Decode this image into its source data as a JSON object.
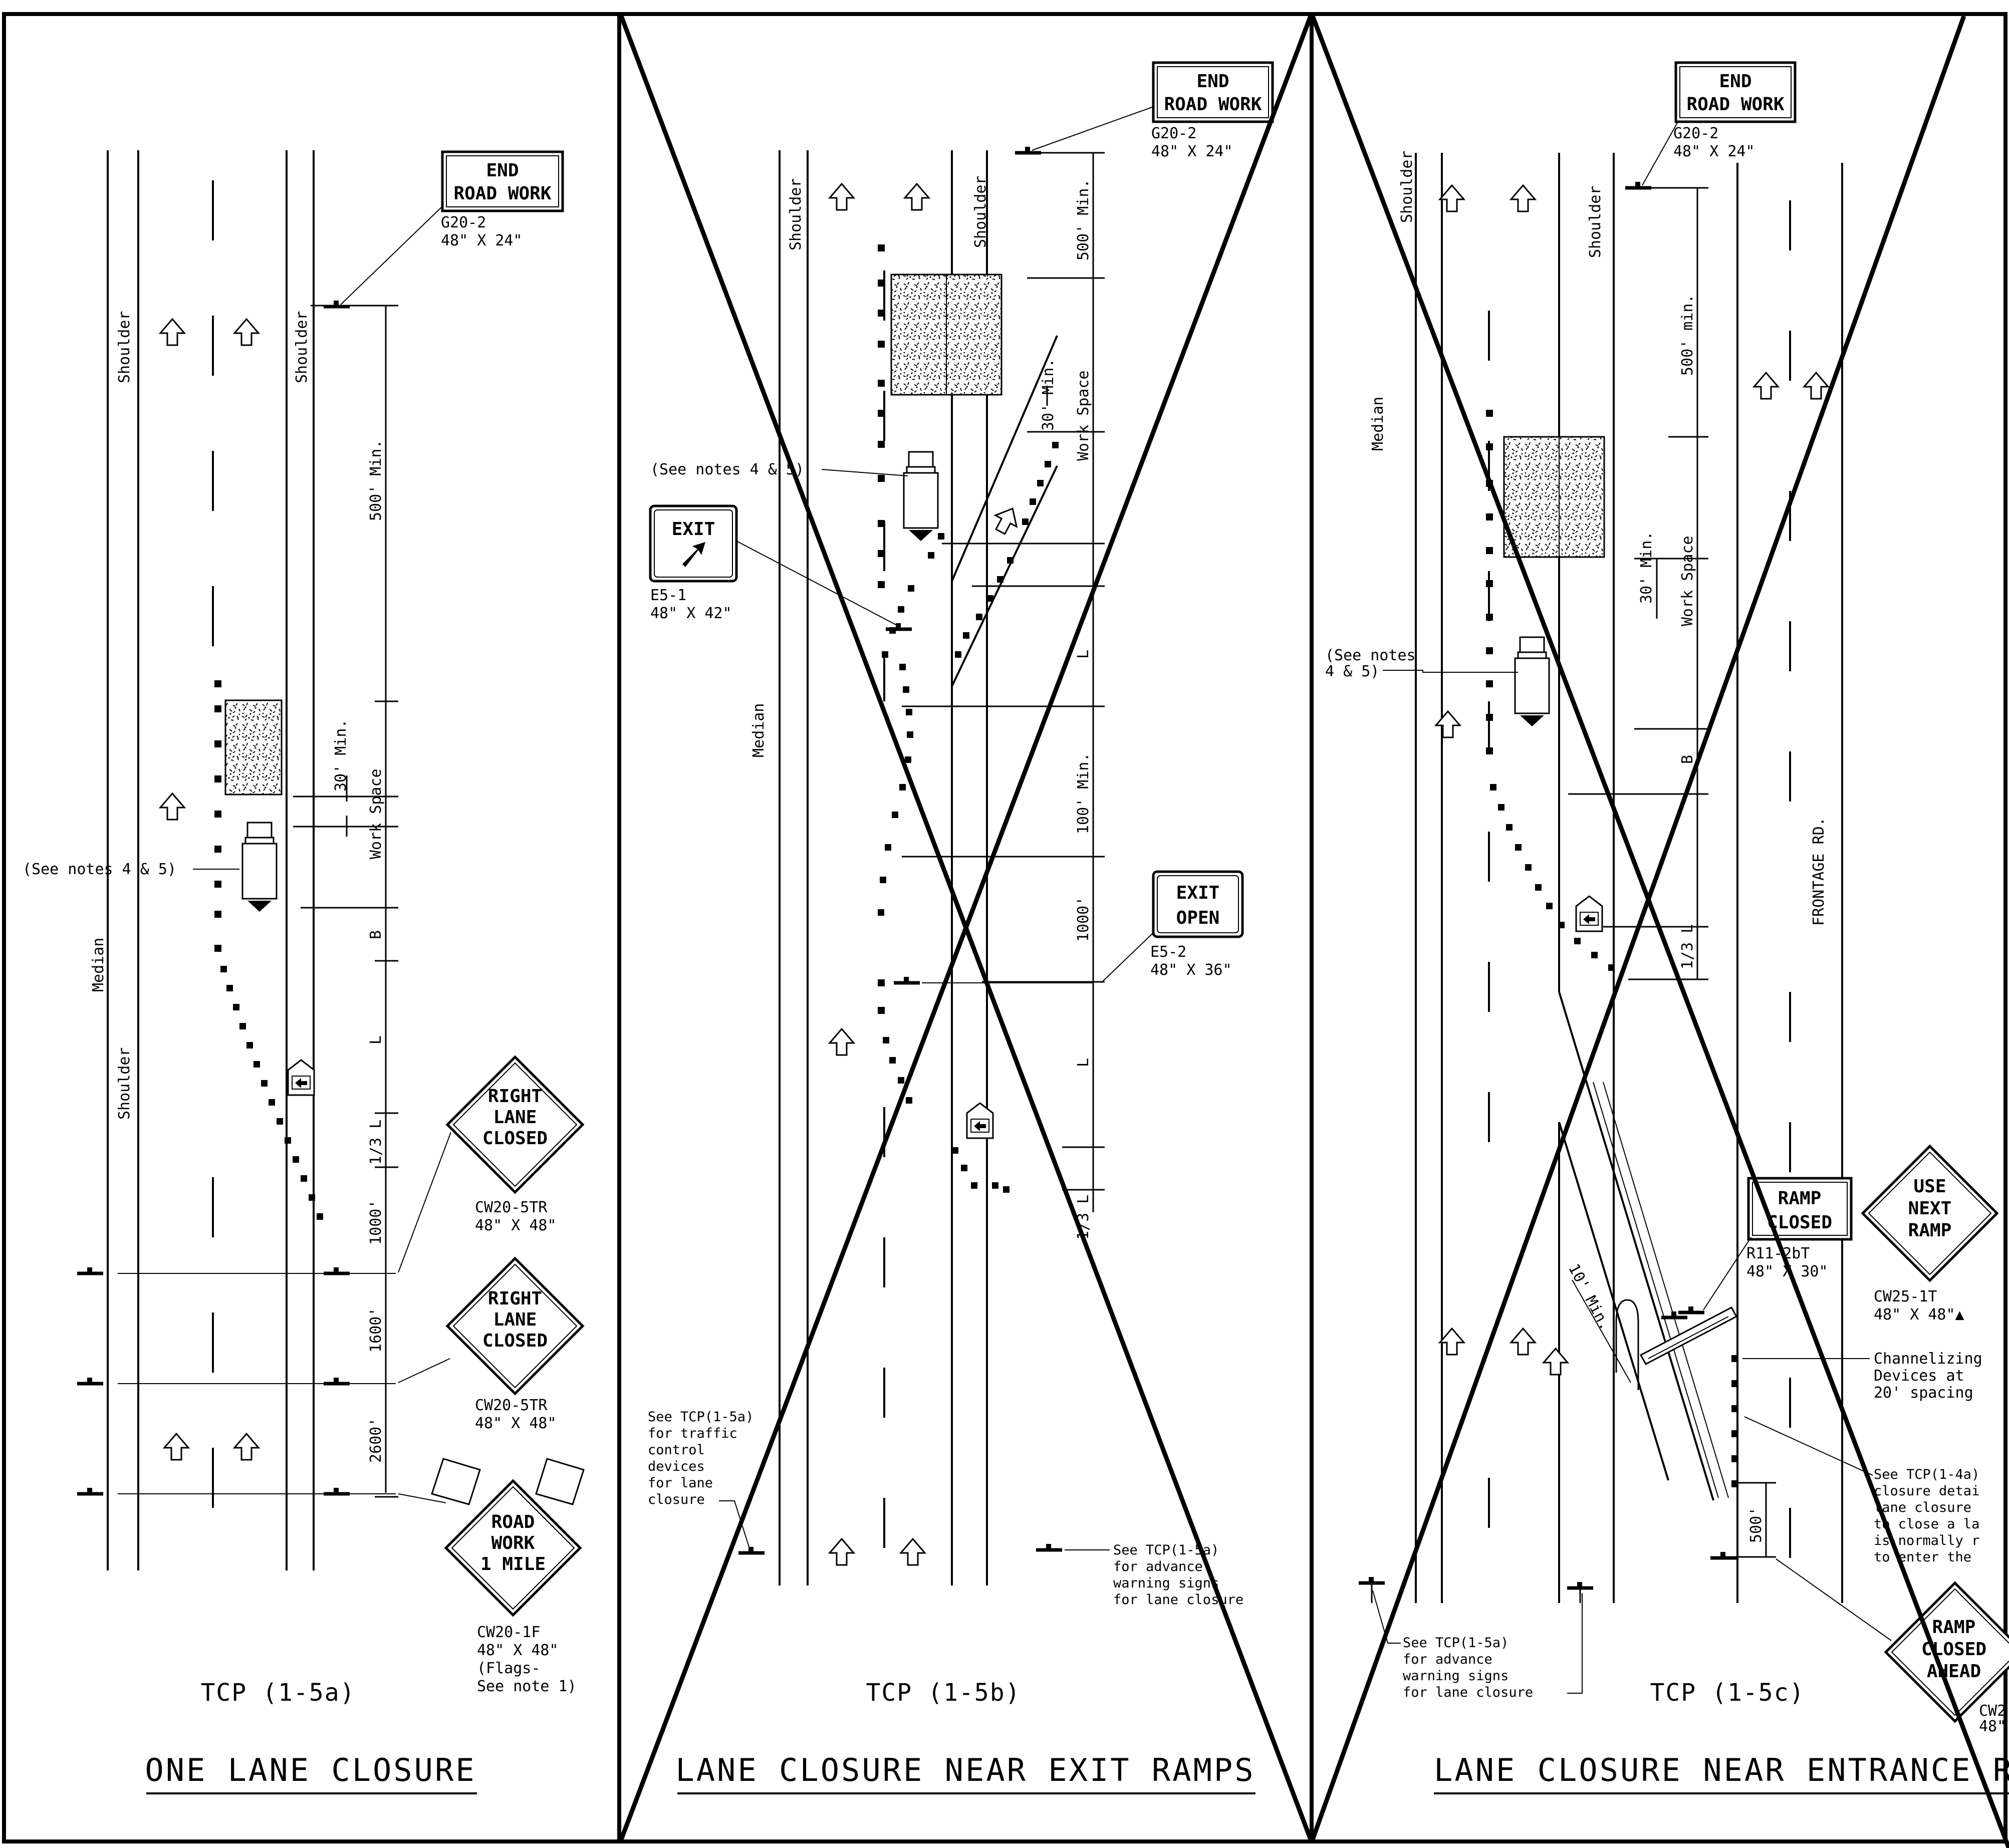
{
  "panels": [
    {
      "tcp_label": "TCP (1-5a)",
      "title": "ONE LANE CLOSURE",
      "labels": {
        "shoulder": "Shoulder",
        "median": "Median",
        "work_space": "Work Space",
        "see_notes": "(See notes 4 & 5)"
      },
      "dims": {
        "d500": "500' Min.",
        "d30": "30' Min.",
        "b": "B",
        "l": "L",
        "l13": "1/3 L",
        "d1000": "1000'",
        "d1600": "1600'",
        "d2600": "2600'"
      },
      "signs": {
        "end_road_work": {
          "lines": [
            "END",
            "ROAD WORK"
          ],
          "code": "G20-2",
          "size": "48\" X 24\""
        },
        "right_lane_closed_1": {
          "lines": [
            "RIGHT",
            "LANE",
            "CLOSED"
          ],
          "code": "CW20-5TR",
          "size": "48\" X 48\""
        },
        "right_lane_closed_2": {
          "lines": [
            "RIGHT",
            "LANE",
            "CLOSED"
          ],
          "code": "CW20-5TR",
          "size": "48\" X 48\""
        },
        "road_work_1_mile": {
          "lines": [
            "ROAD",
            "WORK",
            "1 MILE"
          ],
          "code": "CW20-1F",
          "size": "48\" X 48\"",
          "notes": [
            "(Flags-",
            "See note 1)"
          ]
        }
      }
    },
    {
      "tcp_label": "TCP (1-5b)",
      "title": "LANE CLOSURE NEAR EXIT RAMPS",
      "labels": {
        "shoulder": "Shoulder",
        "median": "Median",
        "work_space": "Work Space",
        "see_notes": "(See notes 4 & 5)"
      },
      "dims": {
        "d500": "500' Min.",
        "d30": "30' Min.",
        "l": "L",
        "d100": "100' Min.",
        "d1000": "1000'",
        "l13": "1/3 L"
      },
      "signs": {
        "end_road_work": {
          "lines": [
            "END",
            "ROAD WORK"
          ],
          "code": "G20-2",
          "size": "48\" X 24\""
        },
        "exit": {
          "lines": [
            "EXIT"
          ],
          "code": "E5-1",
          "size": "48\" X 42\""
        },
        "exit_open": {
          "lines": [
            "EXIT",
            "OPEN"
          ],
          "code": "E5-2",
          "size": "48\" X 36\""
        }
      },
      "notes": {
        "lane_closure_devices": [
          "See TCP(1-5a)",
          "for traffic",
          "control",
          "devices",
          "for lane",
          "closure"
        ],
        "advance_signs": [
          "See TCP(1-5a)",
          "for advance",
          "warning signs",
          "for lane closure"
        ]
      }
    },
    {
      "tcp_label": "TCP (1-5c)",
      "title": "LANE CLOSURE NEAR ENTRANCE R",
      "labels": {
        "shoulder": "Shoulder",
        "median": "Median",
        "work_space": "Work Space",
        "see_notes": [
          "(See notes",
          "4 & 5)"
        ],
        "frontage": "FRONTAGE RD."
      },
      "dims": {
        "d500": "500' min.",
        "d30": "30' Min.",
        "b": "B",
        "l13": "1/3 L",
        "d10": "10' Min.",
        "d500b": "500'"
      },
      "signs": {
        "end_road_work": {
          "lines": [
            "END",
            "ROAD WORK"
          ],
          "code": "G20-2",
          "size": "48\" X 24\""
        },
        "ramp_closed": {
          "lines": [
            "RAMP",
            "CLOSED"
          ],
          "code": "R11-2bT",
          "size": "48\" X 30\""
        },
        "use_next_ramp": {
          "lines": [
            "USE",
            "NEXT",
            "RAMP"
          ],
          "code": "CW25-1T",
          "size": "48\" X 48\"▲"
        },
        "ramp_closed_ahead": {
          "lines": [
            "RAMP",
            "CLOSED",
            "AHEAD"
          ],
          "code": "CW2",
          "size": "48\""
        }
      },
      "notes": {
        "channelizing": [
          "Channelizing",
          "Devices at",
          "20' spacing"
        ],
        "closure_detail": [
          "See TCP(1-4a)",
          "closure detai",
          "lane closure",
          "to close a la",
          "is normally r",
          "to enter the"
        ],
        "advance_signs": [
          "See TCP(1-5a)",
          "for advance",
          "warning signs",
          "for lane closure"
        ]
      }
    }
  ]
}
